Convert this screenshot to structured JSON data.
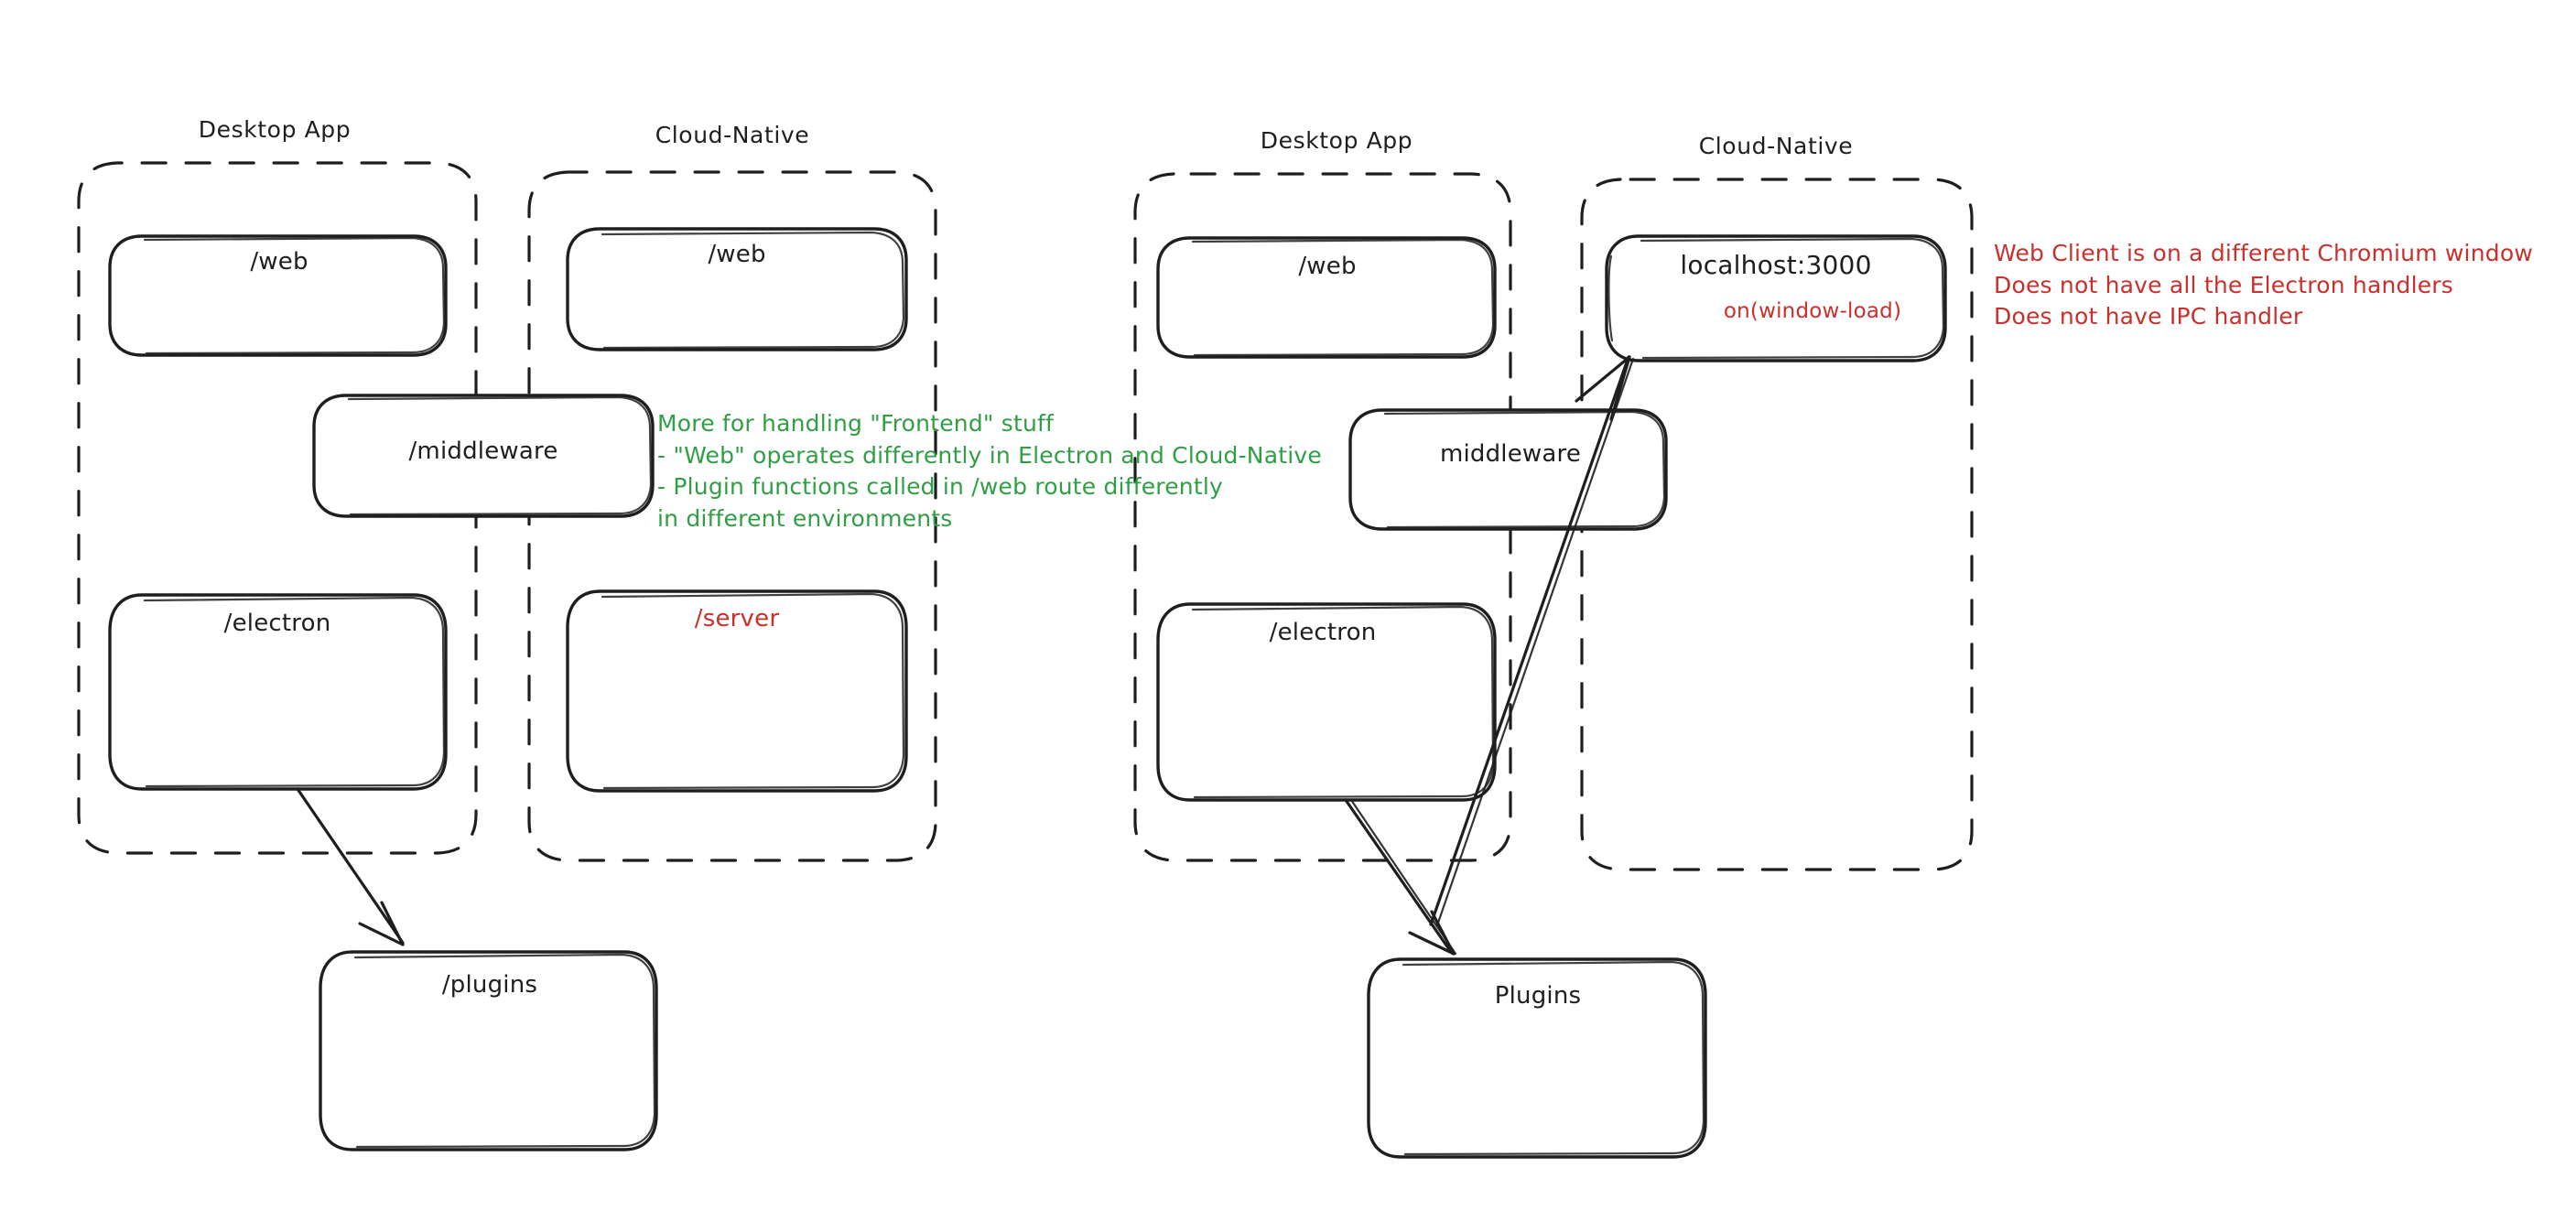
{
  "diagram": {
    "title_domain": "architecture-sketch",
    "style": "hand-drawn whiteboard sketch",
    "background_color": "#ffffff",
    "ink_color": "#1e1e1e",
    "accent_green": "#2f9e44",
    "accent_red": "#c9302c"
  },
  "groups": [
    {
      "id": "left-desktop-app",
      "title": "Desktop App",
      "nodes": [
        {
          "id": "l-web",
          "label": "/web",
          "color": "black"
        },
        {
          "id": "l-electron",
          "label": "/electron",
          "color": "black"
        }
      ]
    },
    {
      "id": "left-cloud-native",
      "title": "Cloud-Native",
      "nodes": [
        {
          "id": "l-web2",
          "label": "/web",
          "color": "black"
        },
        {
          "id": "l-server",
          "label": "/server",
          "color": "red"
        }
      ]
    },
    {
      "id": "right-desktop-app",
      "title": "Desktop App",
      "nodes": [
        {
          "id": "r-web",
          "label": "/web",
          "color": "black"
        },
        {
          "id": "r-electron",
          "label": "/electron",
          "color": "black"
        }
      ]
    },
    {
      "id": "right-cloud-native",
      "title": "Cloud-Native",
      "nodes": [
        {
          "id": "r-localhost",
          "label": "localhost:3000",
          "color": "black"
        }
      ]
    }
  ],
  "straddle_nodes": [
    {
      "id": "l-middleware",
      "label": "/middleware",
      "color": "black"
    },
    {
      "id": "r-middleware",
      "label": "middleware",
      "color": "black"
    }
  ],
  "bottom_nodes": [
    {
      "id": "l-plugins",
      "label": "/plugins",
      "color": "black"
    },
    {
      "id": "r-plugins",
      "label": "Plugins",
      "color": "black"
    }
  ],
  "sub_labels": [
    {
      "id": "on-window-load",
      "label": "on(window-load)",
      "color": "red",
      "parent": "r-localhost"
    }
  ],
  "annotations": {
    "green_note": {
      "color": "#2f9e44",
      "lines": [
        "More for handling \"Frontend\" stuff",
        "- \"Web\" operates differently in Electron and Cloud-Native",
        "- Plugin functions called in /web route differently",
        "in different environments"
      ]
    },
    "red_note": {
      "color": "#c9302c",
      "lines": [
        "Web Client is on a different Chromium window",
        "Does not have all the Electron handlers",
        "Does not have IPC handler"
      ]
    }
  },
  "arrows": [
    {
      "id": "arrow-left-electron-to-plugins",
      "from": "l-electron",
      "to": "l-plugins"
    },
    {
      "id": "arrow-right-electron-to-plugins",
      "from": "r-electron",
      "to": "r-plugins"
    },
    {
      "id": "arrow-right-electron-to-localhost",
      "from": "r-electron",
      "to": "r-localhost"
    }
  ]
}
